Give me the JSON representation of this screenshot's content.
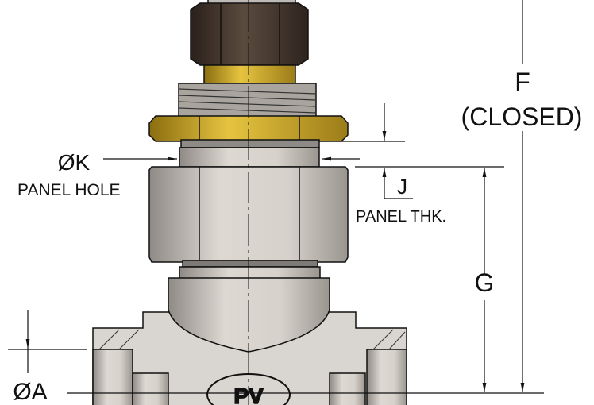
{
  "labels": {
    "dia_k": "ØK",
    "panel_hole": "PANEL HOLE",
    "j": "J",
    "panel_thk": "PANEL THK.",
    "f": "F",
    "closed": "(CLOSED)",
    "g": "G",
    "dia_a": "ØA"
  },
  "logo": {
    "text": "PV"
  },
  "colors": {
    "brass": "#c9a227",
    "dark_nut": "#4a3a30",
    "steel": "#cfcac4",
    "line": "#111111"
  }
}
